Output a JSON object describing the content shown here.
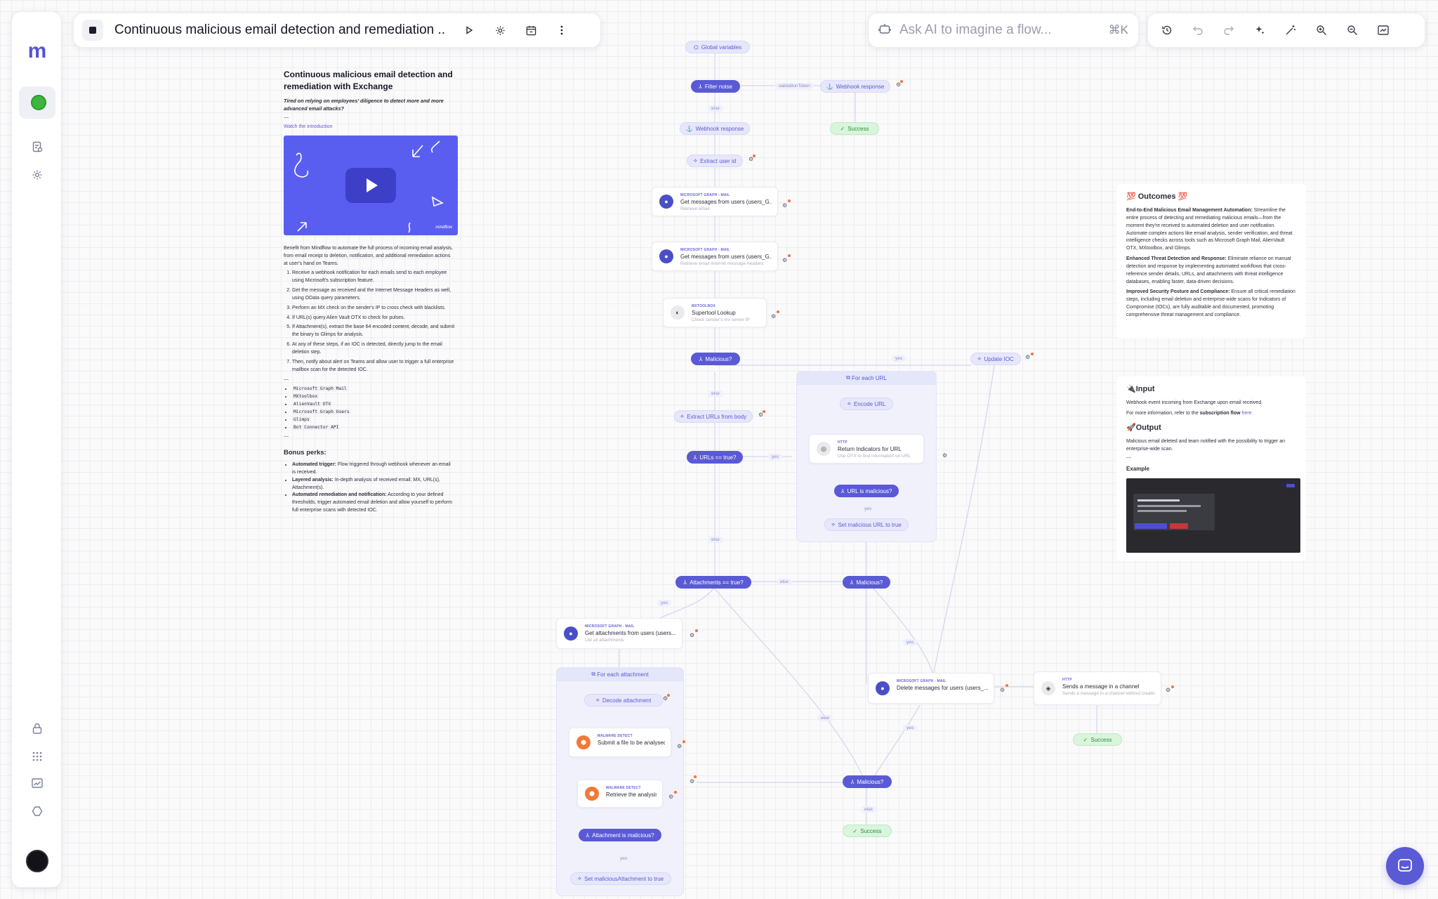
{
  "app": {
    "logo": "m"
  },
  "topbar": {
    "title": "Continuous malicious email detection and remediation ..."
  },
  "ai_search": {
    "placeholder": "Ask AI to imagine a flow...",
    "shortcut": "⌘K"
  },
  "description": {
    "title": "Continuous malicious email detection and remediation with Exchange",
    "subtitle": "Tired on relying on employees' diligence to detect more and more advanced email attacks?",
    "separator": "—",
    "watch_link": "Watch the introduction",
    "video_brand": "mindflow",
    "intro": "Benefit from Mindflow to automate the full process of incoming email analysis, from email receipt to deletion, notification, and additional remediation actions at user's hand on Teams.",
    "steps": [
      "Receive a webhook notification for each emails send to each employee using Microsoft's subscription feature.",
      "Get the message as received and the Internet Message Headers as well, using OData query parameters.",
      "Perform an MX check on the sender's IP to cross check with blacklists.",
      "If URL(s) query Alien Vault OTX to check for pulses.",
      "If Attachment(s), extract the base 64 encoded content, decode, and submit the binary to Glimps for analysis.",
      "At any of these steps, if an IOC is detected, directly jump to the email deletion step.",
      "Then, notify about alert on Teams and allow user to trigger a full enterprise mailbox scan for the detected IOC."
    ],
    "tools": [
      "Microsoft Graph Mail",
      "MXtoolbox",
      "AlienVault OTX",
      "Microsoft Graph Users",
      "Glimps",
      "Bot Connector API"
    ],
    "bonus_title": "Bonus perks:",
    "perks": [
      {
        "label": "Automated trigger:",
        "text": " Flow triggered through webhook whenever an email is received."
      },
      {
        "label": "Layered analysis:",
        "text": " In-depth analysis of received email: MX, URL(s), Attachment(s)."
      },
      {
        "label": "Automated remediation and notification:",
        "text": " According to your defined thresholds, trigger automated email deletion and allow yourself to perform full enterprise scans with detected IOC."
      }
    ]
  },
  "outcomes": {
    "title": "💯 Outcomes 💯",
    "items": [
      {
        "label": "End-to-End Malicious Email Management Automation:",
        "text": " Streamline the entire process of detecting and remediating malicious emails—from the moment they're received to automated deletion and user notification. Automate complex actions like email analysis, sender verification, and threat intelligence checks across tools such as Microsoft Graph Mail, AlienVault OTX, MXtoolbox, and Glimps."
      },
      {
        "label": "Enhanced Threat Detection and Response:",
        "text": " Eliminate reliance on manual detection and response by implementing automated workflows that cross-reference sender details, URLs, and attachments with threat intelligence databases, enabling faster, data-driven decisions."
      },
      {
        "label": "Improved Security Posture and Compliance:",
        "text": " Ensure all critical remediation steps, including email deletion and enterprise-wide scans for Indicators of Compromise (IOCs), are fully auditable and documented, promoting comprehensive threat management and compliance."
      }
    ]
  },
  "io_note": {
    "input_title": "🔌Input",
    "input_text": "Webhook event incoming from Exchange upon email received.",
    "more_prefix": "For more information, refer to the ",
    "more_bold": "subscription flow",
    "more_link": " here.",
    "output_title": "🚀Output",
    "output_text": "Malicious email deleted and team notified with the possibility to trigger an enterprise-wide scan.",
    "separator": "—",
    "example_title": "Example"
  },
  "flow": {
    "pills": {
      "global_variables": "Global variables",
      "filter_noise": "Filter noise",
      "webhook_response_1": "Webhook response",
      "webhook_response_2": "Webhook response",
      "success_1": "Success",
      "extract_user_id": "Extract user id",
      "malicious_1": "Malicious?",
      "update_ioc": "Update IOC",
      "for_each_url": "For each URL",
      "encode_url": "Encode URL",
      "extract_urls": "Extract URLs from body",
      "urls_true": "URLs == true?",
      "url_malicious": "URL is malicious?",
      "set_malicious_url": "Set malicious URL to true",
      "attachments_true": "Attachments == true?",
      "malicious_2": "Malicious?",
      "for_each_attachment": "For each attachment",
      "decode_attachment": "Decode attachment",
      "attachment_malicious": "Attachment is malicious?",
      "set_malicious_attachment": "Set maliciousAttachment to true",
      "malicious_3": "Malicious?",
      "success_2": "Success",
      "success_3": "Success"
    },
    "edge_labels": {
      "validation_token": "validationToken",
      "else_1": "else",
      "yes_1": "yes",
      "else_2": "else",
      "yes_2": "yes",
      "yes_3": "yes",
      "else_3": "else",
      "else_4": "else",
      "yes_4": "yes",
      "yes_5": "yes",
      "else_5": "else",
      "yes_6": "yes",
      "yes_7": "yes",
      "else_6": "else"
    },
    "cards": {
      "get_messages_1": {
        "kind": "MICROSOFT GRAPH - MAIL",
        "title": "Get messages from users (users_G...",
        "sub": "Retrieve email"
      },
      "get_messages_2": {
        "kind": "MICROSOFT GRAPH - MAIL",
        "title": "Get messages from users (users_G...",
        "sub": "Retrieve email internet message headers"
      },
      "superlookup": {
        "kind": "MXTOOLBOX",
        "title": "Supertool Lookup",
        "sub": "Check sender's mx server IP"
      },
      "return_indicators": {
        "kind": "HTTP",
        "title": "Return Indicators for URL",
        "sub": "Use OTX to find information on URL"
      },
      "get_attachments": {
        "kind": "MICROSOFT GRAPH - MAIL",
        "title": "Get attachments from users (users...",
        "sub": "List all attachments"
      },
      "submit_file": {
        "kind": "MALWARE DETECT",
        "title": "Submit a file to be analysed",
        "sub": ""
      },
      "retrieve_analysis": {
        "kind": "MALWARE DETECT",
        "title": "Retrieve the analysis",
        "sub": ""
      },
      "delete_messages": {
        "kind": "MICROSOFT GRAPH - MAIL",
        "title": "Delete messages for users (users_...",
        "sub": ""
      },
      "send_message": {
        "kind": "HTTP",
        "title": "Sends a message in a channel",
        "sub": "Sends a message in a channel without creating a conversation"
      }
    }
  },
  "colors": {
    "accent": "#5a5ad6",
    "success": "#2f8a3c",
    "alert_dot": "#f0753a"
  }
}
